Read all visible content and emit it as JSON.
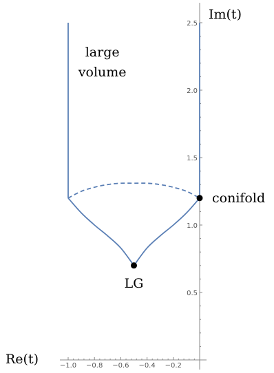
{
  "chart_data": {
    "type": "line",
    "xlabel": "Re(t)",
    "ylabel": "Im(t)",
    "xlim": [
      -1.0,
      0.0
    ],
    "ylim": [
      0.0,
      2.55
    ],
    "xticks": [
      -1.0,
      -0.8,
      -0.6,
      -0.4,
      -0.2
    ],
    "xtick_labels": [
      "-1.0",
      "-0.8",
      "-0.6",
      "-0.4",
      "-0.2"
    ],
    "yticks": [
      0.5,
      1.0,
      1.5,
      2.0,
      2.5
    ],
    "ytick_labels": [
      "0.5",
      "1.0",
      "1.5",
      "2.0",
      "2.5"
    ],
    "grid": false,
    "series_color": "#5a7fb5",
    "series": [
      {
        "style": "solid",
        "x": [
          -1.0,
          -1.0
        ],
        "y": [
          2.5,
          1.2
        ]
      },
      {
        "style": "solid",
        "x": [
          -1.0,
          -0.9,
          -0.8,
          -0.7,
          -0.6,
          -0.5
        ],
        "y": [
          1.2,
          1.09,
          1.0,
          0.92,
          0.83,
          0.7
        ]
      },
      {
        "style": "solid",
        "x": [
          -0.5,
          -0.4,
          -0.3,
          -0.2,
          -0.1,
          0.0
        ],
        "y": [
          0.7,
          0.83,
          0.92,
          1.0,
          1.09,
          1.2
        ]
      },
      {
        "style": "solid",
        "x": [
          0.0,
          0.0
        ],
        "y": [
          1.2,
          2.5
        ]
      },
      {
        "style": "dashed",
        "x": [
          -1.0,
          -0.9,
          -0.8,
          -0.7,
          -0.6,
          -0.5,
          -0.4,
          -0.3,
          -0.2,
          -0.1,
          0.0
        ],
        "y": [
          1.2,
          1.25,
          1.28,
          1.3,
          1.31,
          1.31,
          1.31,
          1.3,
          1.28,
          1.25,
          1.2
        ]
      }
    ],
    "points": [
      {
        "label": "LG",
        "x": -0.5,
        "y": 0.7
      },
      {
        "label": "conifold",
        "x": 0.0,
        "y": 1.2
      }
    ],
    "annotations": [
      {
        "text_lines": [
          "large",
          "volume"
        ],
        "x": -0.74,
        "y": 2.25
      }
    ]
  }
}
